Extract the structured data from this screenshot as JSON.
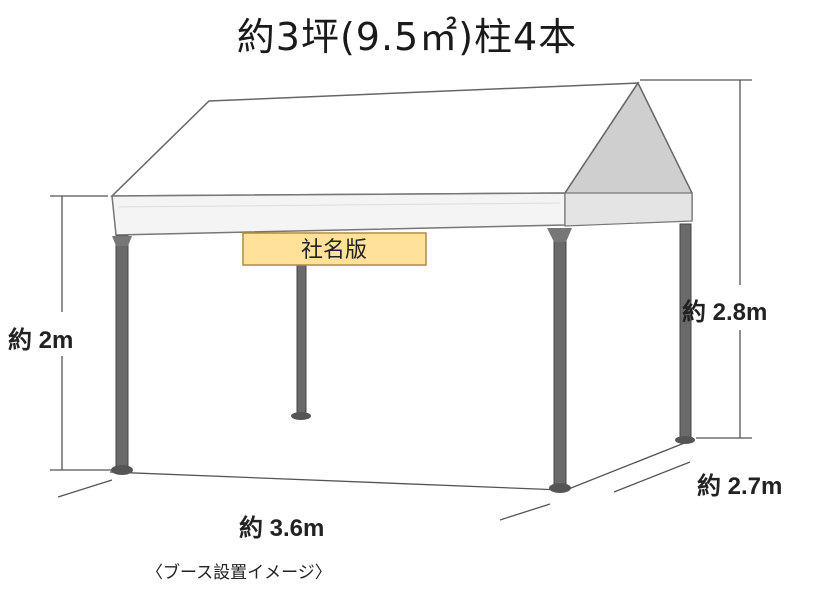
{
  "title": "約3坪(9.5㎡)柱4本",
  "sign_label": "社名版",
  "dimensions": {
    "height_eave": "約 2m",
    "height_peak": "約 2.8m",
    "width": "約 3.6m",
    "depth": "約 2.7m"
  },
  "caption": "〈ブース設置イメージ〉",
  "colors": {
    "roof": "#ffffff",
    "roof_gable": "#cfcfcf",
    "pole": "#6a6a6a",
    "sign_fill": "#ffe199",
    "sign_stroke": "#b08a3a",
    "line": "#555555"
  }
}
